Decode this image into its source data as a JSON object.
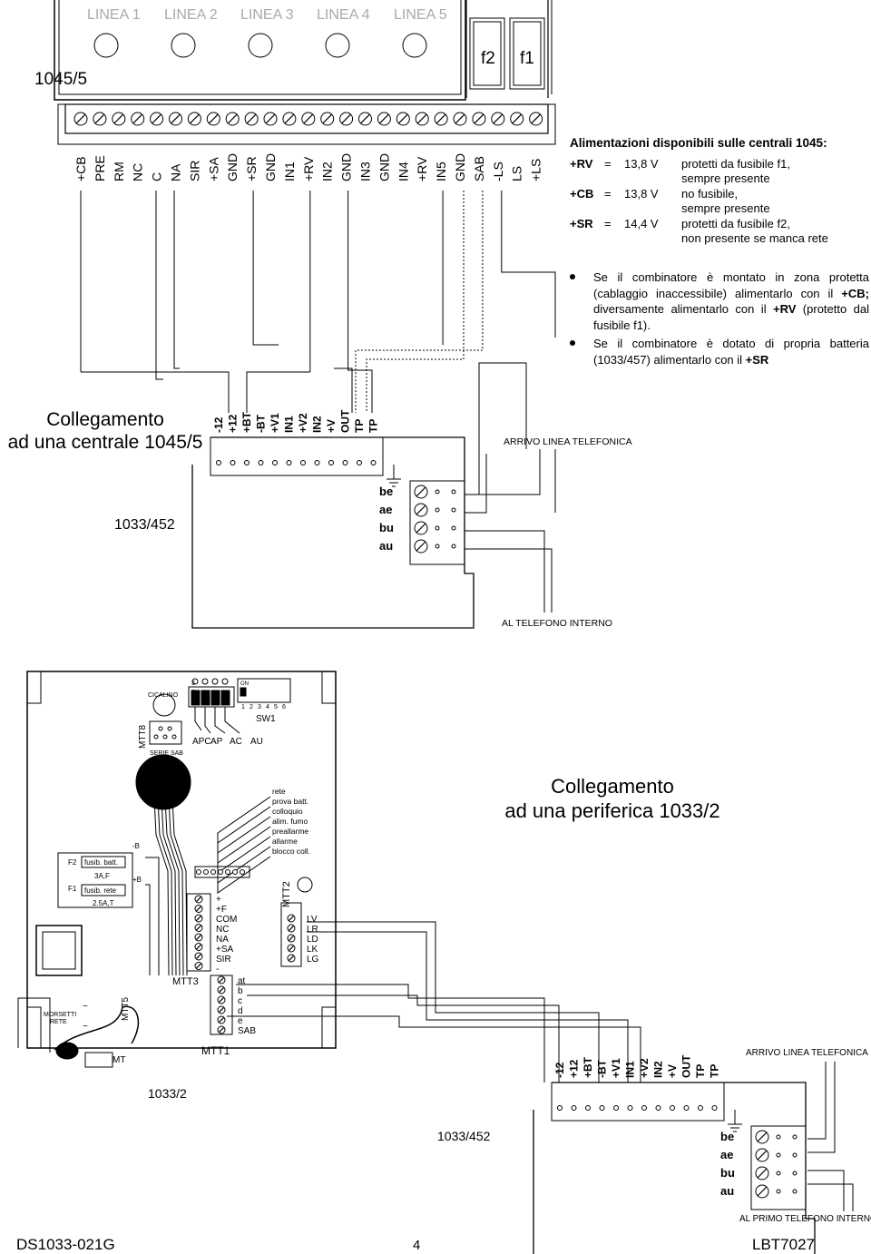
{
  "central": {
    "model": "1045/5",
    "lines": [
      "LINEA 1",
      "LINEA 2",
      "LINEA 3",
      "LINEA 4",
      "LINEA 5"
    ],
    "fuses": [
      "f2",
      "f1"
    ],
    "terminals": [
      "+CB",
      "PRE",
      "RM",
      "NC",
      "C",
      "NA",
      "SIR",
      "+SA",
      "GND",
      "+SR",
      "GND",
      "IN1",
      "+RV",
      "IN2",
      "GND",
      "IN3",
      "GND",
      "IN4",
      "+RV",
      "IN5",
      "GND",
      "SAB",
      "-LS",
      "LS",
      "+LS"
    ]
  },
  "supply": {
    "title": "Alimentazioni disponibili sulle centrali 1045:",
    "rows": [
      {
        "name": "+RV",
        "eq": "=",
        "value": "13,8 V",
        "desc": [
          "protetti da fusibile f1,",
          "sempre presente"
        ]
      },
      {
        "name": "+CB",
        "eq": "=",
        "value": "13,8 V",
        "desc": [
          "no fusibile,",
          "sempre presente"
        ]
      },
      {
        "name": "+SR",
        "eq": "=",
        "value": "14,4 V",
        "desc": [
          "protetti da fusibile f2,",
          "non presente se manca rete"
        ]
      }
    ]
  },
  "notes": {
    "b1_text": "Se il combinatore è montato in zona protetta (cablaggio inaccessibile) alimentarlo con il ",
    "b1_cb": "+CB;",
    "b1_mid": " diversamente alimentarlo con il ",
    "b1_rv": "+RV",
    "b1_end": " (protetto dal fusibile f1).",
    "b2_text": "Se il combinatore è dotato di propria batteria (1033/457) alimentarlo con il ",
    "b2_sr": "+SR"
  },
  "section1": {
    "title_line1": "Collegamento",
    "title_line2": "ad una centrale 1045/5",
    "device": "1033/452",
    "arrivo": "ARRIVO LINEA TELEFONICA",
    "al_telefono": "AL TELEFONO INTERNO"
  },
  "combinator": {
    "terminals": [
      "-12",
      "+12",
      "+BT",
      "-BT",
      "+V1",
      "IN1",
      "+V2",
      "IN2",
      "+V",
      "OUT",
      "TP",
      "TP"
    ],
    "line_labels": [
      "be",
      "ae",
      "bu",
      "au"
    ]
  },
  "section2": {
    "title_line1": "Collegamento",
    "title_line2": "ad una periferica 1033/2",
    "board": {
      "cicalino": "CICALINO",
      "mtt8": "MTT8",
      "serie_sab": "SERIE SAB",
      "jumper_nums": [
        "3",
        "2",
        "1"
      ],
      "jumper_labels": [
        "APC",
        "AP",
        "AC",
        "AU"
      ],
      "dip_on": "ON",
      "dip_nums": [
        "1",
        "2",
        "3",
        "4",
        "5",
        "6"
      ],
      "sw1": "SW1",
      "leds": [
        "rete",
        "prova batt.",
        "colloquio",
        "alim. fumo",
        "preallarme",
        "allarme",
        "blocco coll."
      ],
      "f2": "F2",
      "f2_label": "fusib. batt.",
      "f2_val": "3A,F",
      "f1": "F1",
      "f1_label": "fusib. rete",
      "f1_val": "2.5A,T",
      "minus_b": "-B",
      "plus_b": "+B",
      "mtt3": "MTT3",
      "mtt3_labels": [
        "+",
        "+F",
        "COM",
        "NC",
        "NA",
        "+SA",
        "SIR",
        "-"
      ],
      "mtt2": "MTT2",
      "mtt2_labels": [
        "LV",
        "LR",
        "LD",
        "LK",
        "LG"
      ],
      "mtt1": "MTT1",
      "mtt1_labels": [
        "at",
        "b",
        "c",
        "d",
        "e",
        "SAB"
      ],
      "mtt5": "MTT5",
      "morsetti": [
        "MORSETTI",
        "RETE"
      ],
      "tilde": "~",
      "mt": "MT",
      "model": "1033/2"
    },
    "device": "1033/452",
    "arrivo": "ARRIVO LINEA TELEFONICA",
    "al_primo": "AL PRIMO TELEFONO INTERNO"
  },
  "footer": {
    "left": "DS1033-021G",
    "page": "4",
    "right": "LBT7027"
  }
}
